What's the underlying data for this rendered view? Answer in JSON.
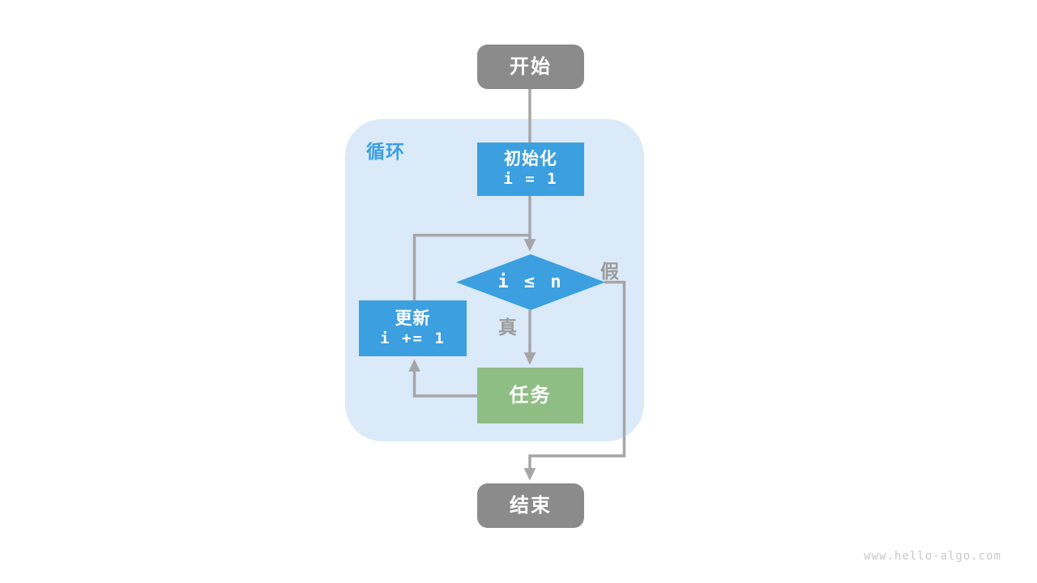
{
  "page": {
    "watermark": "www.hello-algo.com"
  },
  "colors": {
    "node_blue": "#3B9FE0",
    "node_green": "#8FBE85",
    "node_gray": "#8B8B8B",
    "container_blue": "#DAEAF9",
    "label_blue": "#3B9FE0",
    "connector_gray": "#A6A6A6",
    "edge_label_gray": "#9B9B9B",
    "watermark_gray": "#C9C9C9",
    "text_white": "#FFFFFF",
    "page_bg": "#FFFFFF"
  },
  "diagram": {
    "type": "flowchart",
    "container_label": "循环",
    "nodes": {
      "start": {
        "label": "开始"
      },
      "init": {
        "title": "初始化",
        "code": "i = 1"
      },
      "condition": {
        "code": "i ≤ n"
      },
      "update": {
        "title": "更新",
        "code": "i += 1"
      },
      "task": {
        "label": "任务"
      },
      "end": {
        "label": "结束"
      }
    },
    "edge_labels": {
      "true": "真",
      "false": "假"
    },
    "edges": [
      "start -> init",
      "init -> condition",
      "condition -true-> task",
      "task -> update",
      "update -> condition",
      "condition -false-> end"
    ]
  }
}
